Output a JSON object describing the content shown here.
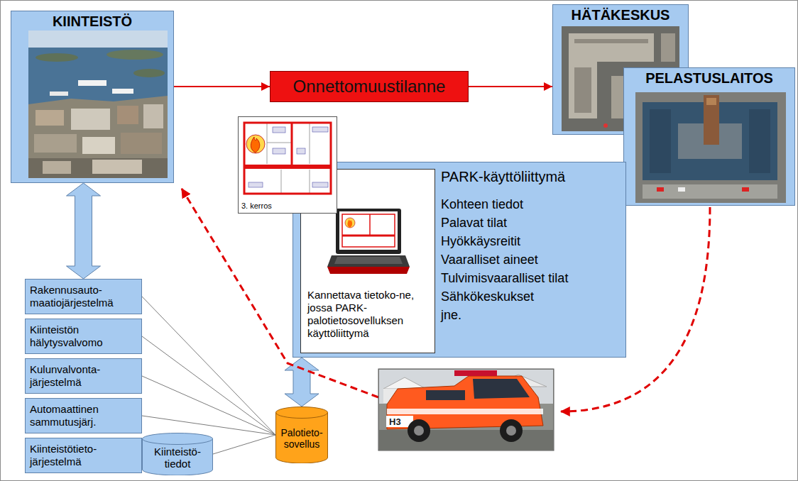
{
  "diagram": {
    "nodes": [
      {
        "text": [
          "KIINTEISTÖ"
        ]
      },
      {
        "text": [
          "Onnettomuustilanne"
        ]
      },
      {
        "text": [
          "HÄTÄKESKUS"
        ]
      },
      {
        "text": [
          "PELASTUSLAITOS"
        ]
      },
      {
        "text": [
          "3. kerros"
        ]
      },
      {
        "text": [
          "PARK-käyttöliittymä",
          "Kohteen tiedot",
          "Palavat tilat",
          "Hyökkäysreitit",
          "Vaaralliset aineet",
          "Tulvimisvaaralliset tilat",
          "Sähkökeskukset",
          "jne."
        ]
      },
      {
        "text": [
          "Kannettava tietoko-ne, jossa PARK-palotietosovelluksen käyttöliittymä"
        ],
        "in": 5
      },
      {
        "text": [
          "Rakennusauto-maatiojärjestelmä"
        ]
      },
      {
        "text": [
          "Kiinteistön hälytysvalvomo"
        ]
      },
      {
        "text": [
          "Kulunvalvonta-järjestelmä"
        ]
      },
      {
        "text": [
          "Automaattinen sammutusjärj."
        ]
      },
      {
        "text": [
          "Kiinteistötieto-järjestelmä"
        ]
      },
      {
        "text": [
          "Kiinteistö-tiedot"
        ]
      },
      {
        "text": [
          "Palotieto-sovellus"
        ]
      }
    ],
    "edges": [
      {
        "from": 0,
        "to": 1,
        "arrow": "to"
      },
      {
        "from": 1,
        "to": 2,
        "arrow": "to"
      },
      {
        "from": 0,
        "to": 7,
        "arrow": "both"
      },
      {
        "from": 5,
        "to": 13,
        "arrow": "both"
      },
      {
        "from": 7,
        "to": 13,
        "arrow": "none"
      },
      {
        "from": 8,
        "to": 13,
        "arrow": "none"
      },
      {
        "from": 9,
        "to": 13,
        "arrow": "none"
      },
      {
        "from": 10,
        "to": 13,
        "arrow": "none"
      },
      {
        "from": 12,
        "to": 13,
        "arrow": "none"
      }
    ],
    "labels": [
      "H3"
    ]
  }
}
